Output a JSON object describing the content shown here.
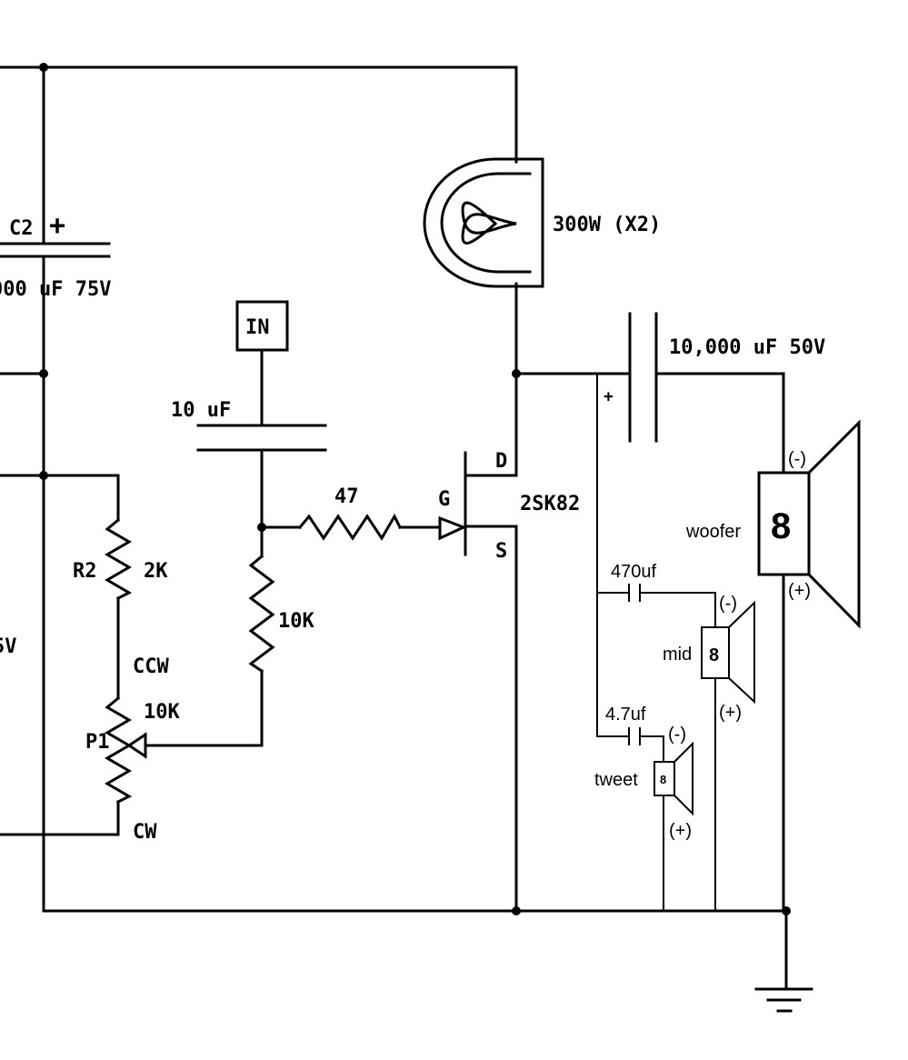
{
  "labels": {
    "c2_name": "C2",
    "c2_plus": "+",
    "c2_value": "000 uF 75V",
    "left_voltage": "5V",
    "input": "IN",
    "c_in_value": "10 uF",
    "r_gate": "47",
    "r_pulldown": "10K",
    "r2_name": "R2",
    "r2_value": "2K",
    "pot_ccw": "CCW",
    "pot_value": "10K",
    "pot_name": "P1",
    "pot_cw": "CW",
    "lamp": "300W (X2)",
    "mosfet_d": "D",
    "mosfet_g": "G",
    "mosfet_s": "S",
    "mosfet_part": "2SK82",
    "c_out_value": "10,000 uF 50V",
    "c_out_plus": "+",
    "woofer_label": "woofer",
    "woofer_ohms": "8",
    "woofer_minus": "(-)",
    "woofer_plus": "(+)",
    "c_mid_value": "470uf",
    "mid_label": "mid",
    "mid_ohms": "8",
    "mid_minus": "(-)",
    "mid_plus": "(+)",
    "c_tweet_value": "4.7uf",
    "tweet_label": "tweet",
    "tweet_ohms": "8",
    "tweet_minus": "(-)",
    "tweet_plus": "(+)"
  }
}
